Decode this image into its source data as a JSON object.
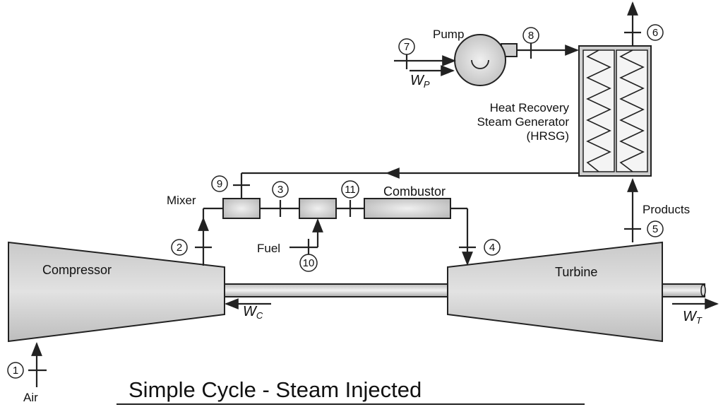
{
  "title": "Simple Cycle - Steam Injected",
  "components": {
    "compressor": "Compressor",
    "turbine": "Turbine",
    "combustor": "Combustor",
    "mixer": "Mixer",
    "pump": "Pump",
    "hrsg_line1": "Heat Recovery",
    "hrsg_line2": "Steam Generator",
    "hrsg_line3": "(HRSG)"
  },
  "streams": {
    "air": "Air",
    "fuel": "Fuel",
    "products": "Products"
  },
  "work": {
    "compressor": "W",
    "compressor_sub": "C",
    "turbine": "W",
    "turbine_sub": "T",
    "pump": "W",
    "pump_sub": "P"
  },
  "state_points": [
    "1",
    "2",
    "3",
    "4",
    "5",
    "6",
    "7",
    "8",
    "9",
    "10",
    "11"
  ],
  "colors": {
    "component_fill": "#d4d4d4",
    "line": "#222222"
  }
}
